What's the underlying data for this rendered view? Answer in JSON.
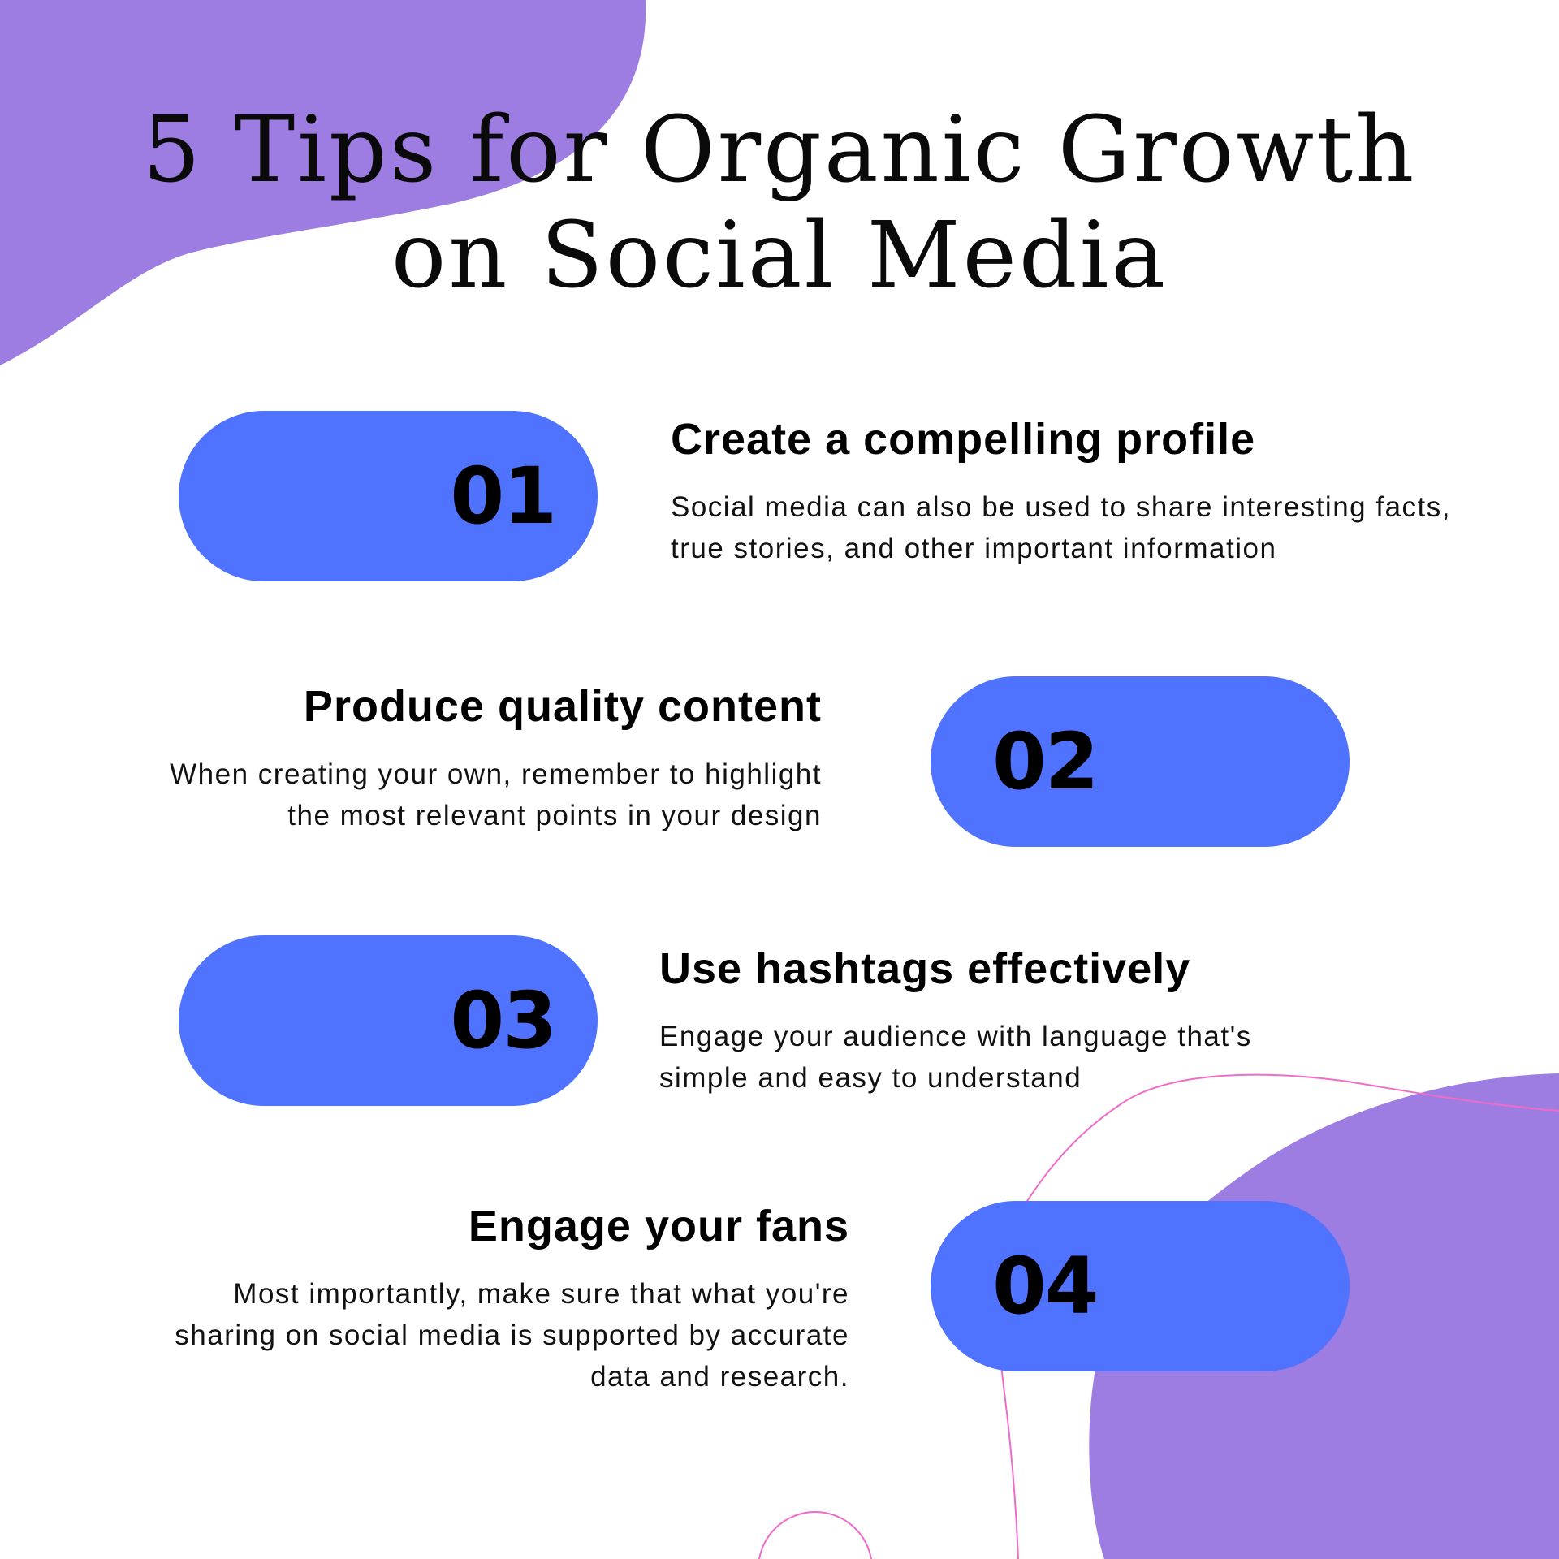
{
  "colors": {
    "background": "#ffffff",
    "blob_purple": "#9e7de2",
    "pill_blue": "#4f72ff",
    "accent_pink": "#f06bc8",
    "text": "#000000"
  },
  "title": {
    "line1": "5 Tips for Organic Growth",
    "line2": "on Social Media"
  },
  "tips": [
    {
      "number": "01",
      "heading": "Create a compelling profile",
      "body_lines": [
        "Social media can also be used to share interesting facts,",
        "true stories, and other important information"
      ]
    },
    {
      "number": "02",
      "heading": "Produce quality content",
      "body_lines": [
        "When creating your own, remember to highlight",
        "the most relevant points in your design"
      ]
    },
    {
      "number": "03",
      "heading": "Use hashtags effectively",
      "body_lines": [
        "Engage your audience with language that's",
        "simple and easy to understand"
      ]
    },
    {
      "number": "04",
      "heading": "Engage your fans",
      "body_lines": [
        "Most importantly, make sure that what you're",
        "sharing on social media is supported by accurate",
        "data and research."
      ]
    }
  ]
}
